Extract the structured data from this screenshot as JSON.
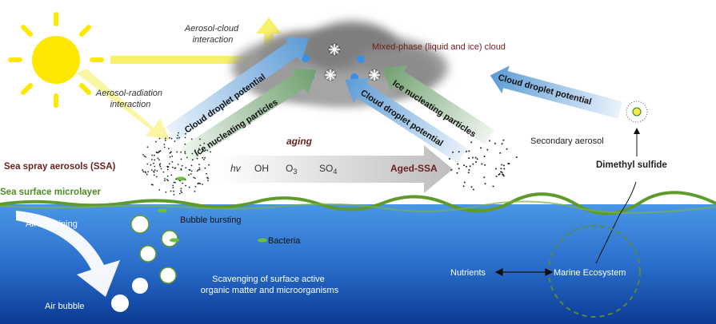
{
  "labels": {
    "aerosol_cloud": [
      "Aerosol-cloud",
      "interaction"
    ],
    "aerosol_radiation": [
      "Aerosol-radiation",
      "interaction"
    ],
    "mixed_cloud": "Mixed-phase (liquid and ice) cloud",
    "aging": "aging",
    "ssa": "Sea spray aerosols (SSA)",
    "microlayer": "Sea surface microlayer",
    "oxidants": [
      "hv",
      "OH",
      "O",
      "3",
      "SO",
      "4"
    ],
    "aged_ssa": "Aged-SSA",
    "secondary_aerosol": "Secondary aerosol",
    "dms": "Dimethyl sulfide",
    "air_entraining": "Air entraining",
    "bubble_bursting": "Bubble bursting",
    "bacteria": "Bacteria",
    "scavenging": [
      "Scavenging of surface active",
      "organic matter and microorganisms"
    ],
    "air_bubble": "Air bubble",
    "nutrients": "Nutrients",
    "marine_ecosystem": "Marine Ecosystem"
  },
  "arrows": {
    "cdp_left": "Cloud droplet potential",
    "inp_left": "Ice nucleating particles",
    "cdp_right": "Cloud droplet potential",
    "inp_right": "Ice nucleating particles",
    "cdp_secondary": "Cloud droplet potential"
  },
  "colors": {
    "sun": "#ffe800",
    "sun_rays": "#f7ef5a",
    "ocean_top": "#3f8fe0",
    "ocean_bottom": "#0a3f9e",
    "microlayer": "#5f9a2c",
    "blue_arrow": "#5b9bd5",
    "green_arrow": "#6f9f6f",
    "label_red": "#6b1f1f",
    "dashed_circle": "#5a8a3a"
  }
}
